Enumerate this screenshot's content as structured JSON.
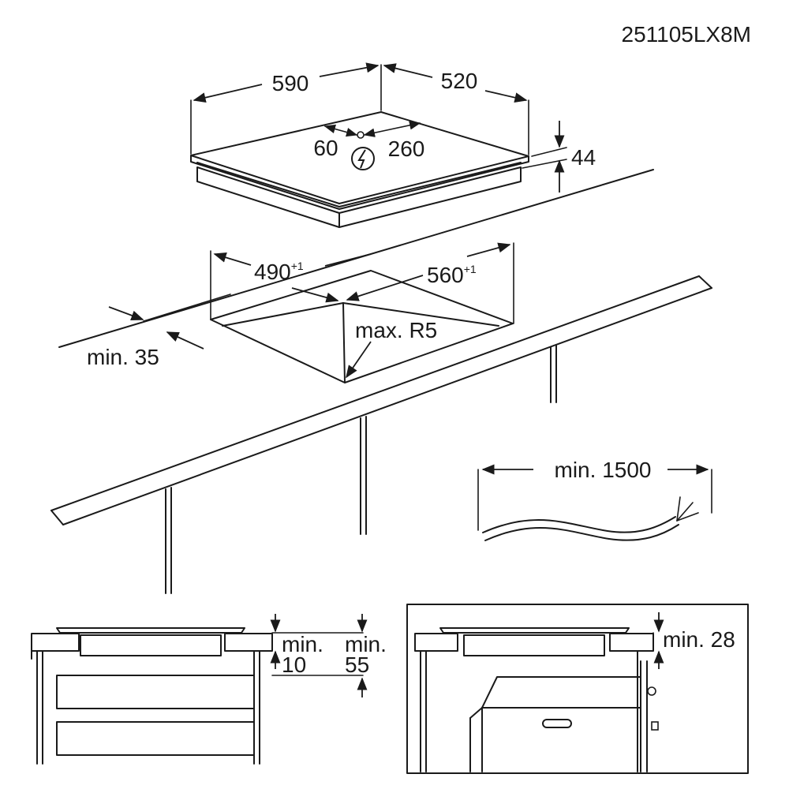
{
  "reference_code": "251105LX8M",
  "hob": {
    "width": "590",
    "depth": "520",
    "height": "44",
    "connection_x": "60",
    "connection_y": "260"
  },
  "cutout": {
    "width": "490",
    "width_tolerance": "+1",
    "depth": "560",
    "depth_tolerance": "+1",
    "corner_radius": "max. R5",
    "front_edge": "min. 35"
  },
  "cable": {
    "length": "min. 1500"
  },
  "drawer_section": {
    "gap_top_label": "min.",
    "gap_top_value": "10",
    "gap_below_label": "min.",
    "gap_below_value": "55"
  },
  "oven_section": {
    "gap": "min. 28"
  }
}
